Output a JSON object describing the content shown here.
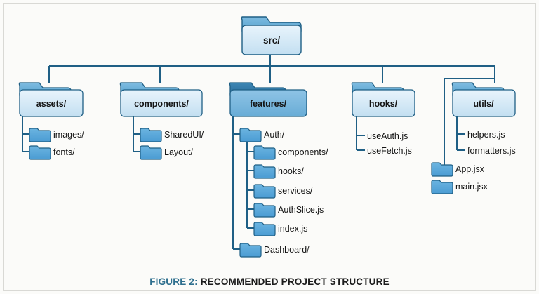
{
  "figure": {
    "caption_prefix": "FIGURE 2:",
    "caption_text": "RECOMMENDED PROJECT STRUCTURE",
    "background": "#fbfbf9"
  },
  "colors": {
    "folder_light_fill": "#dceefa",
    "folder_light_fill_bottom": "#c5e0f2",
    "folder_tab_light": "#6cb0d8",
    "folder_highlight_fill": "#7bb8de",
    "folder_highlight_tab": "#2e78a8",
    "small_folder_fill": "#5aa8dc",
    "small_folder_tab": "#3f93cc",
    "stroke": "#1f5f85",
    "connector": "#1f5f85",
    "caption_accent": "#2e6f8e",
    "text": "#141414"
  },
  "tree": {
    "root": {
      "id": "src",
      "label": "src/",
      "type": "folder-box",
      "highlight": false
    },
    "level1": [
      {
        "id": "assets",
        "label": "assets/",
        "type": "folder-box",
        "highlight": false
      },
      {
        "id": "components",
        "label": "components/",
        "type": "folder-box",
        "highlight": false
      },
      {
        "id": "features",
        "label": "features/",
        "type": "folder-box",
        "highlight": true
      },
      {
        "id": "hooks",
        "label": "hooks/",
        "type": "folder-box",
        "highlight": false
      },
      {
        "id": "utils",
        "label": "utils/",
        "type": "folder-box",
        "highlight": false
      }
    ],
    "children": {
      "assets": [
        {
          "id": "images",
          "label": "images/",
          "icon": "folder-icon"
        },
        {
          "id": "fonts",
          "label": "fonts/",
          "icon": "folder-icon"
        }
      ],
      "components": [
        {
          "id": "sharedui",
          "label": "SharedUI/",
          "icon": "folder-icon"
        },
        {
          "id": "layout",
          "label": "Layout/",
          "icon": "folder-icon"
        }
      ],
      "features": [
        {
          "id": "auth",
          "label": "Auth/",
          "icon": "folder-icon"
        },
        {
          "id": "dashboard",
          "label": "Dashboard/",
          "icon": "folder-icon"
        }
      ],
      "auth": [
        {
          "id": "auth-components",
          "label": "components/",
          "icon": "folder-icon"
        },
        {
          "id": "auth-hooks",
          "label": "hooks/",
          "icon": "folder-icon"
        },
        {
          "id": "auth-services",
          "label": "services/",
          "icon": "folder-icon"
        },
        {
          "id": "auth-slice",
          "label": "AuthSlice.js",
          "icon": "folder-icon"
        },
        {
          "id": "auth-index",
          "label": "index.js",
          "icon": "folder-icon"
        }
      ],
      "hooks": [
        {
          "id": "useauth",
          "label": "useAuth.js",
          "icon": "none"
        },
        {
          "id": "usefetch",
          "label": "useFetch.js",
          "icon": "none"
        }
      ],
      "utils": [
        {
          "id": "helpers",
          "label": "helpers.js",
          "icon": "none"
        },
        {
          "id": "formatters",
          "label": "formatters.js",
          "icon": "none"
        }
      ],
      "src-files": [
        {
          "id": "appjsx",
          "label": "App.jsx",
          "icon": "folder-icon"
        },
        {
          "id": "mainjsx",
          "label": "main.jsx",
          "icon": "folder-icon"
        }
      ]
    }
  }
}
